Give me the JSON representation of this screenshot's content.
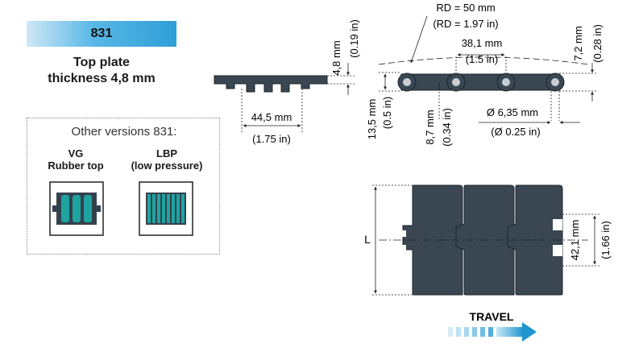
{
  "badge": {
    "label": "831"
  },
  "title": {
    "line1": "Top plate",
    "line2": "thickness 4,8 mm"
  },
  "versions": {
    "heading": "Other versions 831:",
    "items": [
      {
        "line1": "VG",
        "line2": "Rubber top"
      },
      {
        "line1": "LBP",
        "line2": "(low pressure)"
      }
    ]
  },
  "dims": {
    "width_mm": "44,5 mm",
    "width_in": "(1.75 in)",
    "thick_mm": "4,8 mm",
    "thick_in": "(0.19 in)",
    "rd_mm": "RD = 50 mm",
    "rd_in": "(RD = 1.97 in)",
    "pitch_mm": "38,1 mm",
    "pitch_in": "(1.5 in)",
    "h72_mm": "7,2 mm",
    "h72_in": "(0.28 in)",
    "h135_mm": "13,5 mm",
    "h135_in": "(0.5 in)",
    "h87_mm": "8,7 mm",
    "h87_in": "(0.34 in)",
    "pin_mm": "Ø 6,35 mm",
    "pin_in": "(Ø 0.25 in)",
    "l_label": "L",
    "h421_mm": "42,1 mm",
    "h421_in": "(1.66 in)"
  },
  "travel": {
    "label": "TRAVEL"
  },
  "colors": {
    "chain": "#3a4752",
    "accent": "#2e9fd8",
    "rubber": "#1fa3a1"
  }
}
